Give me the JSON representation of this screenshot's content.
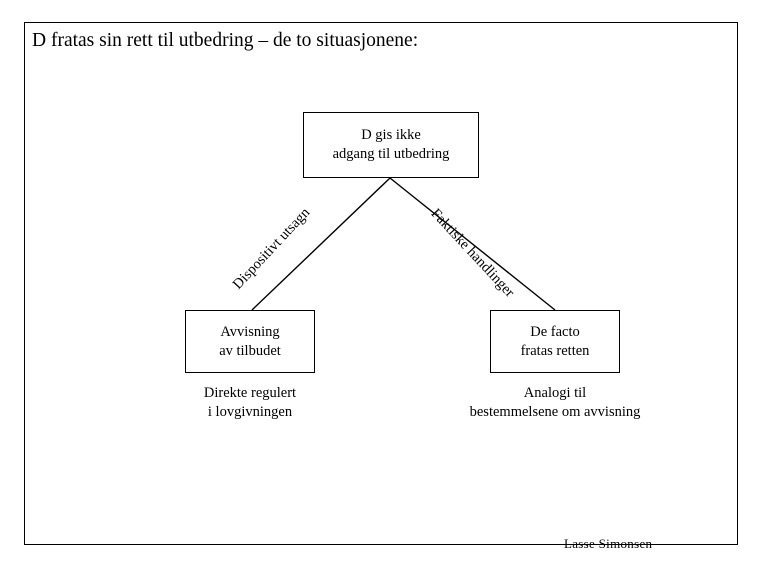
{
  "slide": {
    "title": "D fratas sin rett til utbedring – de to situasjonene:",
    "footer_name": "Lasse Simonsen"
  },
  "diagram": {
    "type": "flowchart",
    "nodes": {
      "top": {
        "line1": "D gis ikke",
        "line2": "adgang til utbedring"
      },
      "left": {
        "line1": "Avvisning",
        "line2": "av tilbudet"
      },
      "right": {
        "line1": "De facto",
        "line2": "fratas retten"
      }
    },
    "edge_labels": {
      "left": "Dispositivt utsagn",
      "right": "Faktiske handlinger"
    },
    "captions": {
      "left": {
        "line1": "Direkte regulert",
        "line2": "i lovgivningen"
      },
      "right": {
        "line1": "Analogi til",
        "line2": "bestemmelsene om avvisning"
      }
    }
  },
  "colors": {
    "stroke": "#000000",
    "background": "#ffffff",
    "text": "#000000"
  }
}
